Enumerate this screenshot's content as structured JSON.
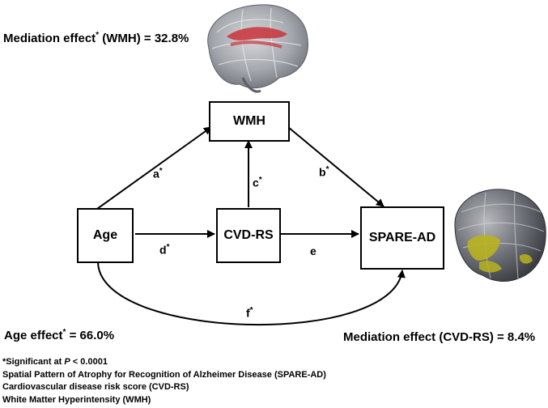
{
  "boxes": {
    "wmh": "WMH",
    "age": "Age",
    "cvd_rs": "CVD-RS",
    "spare_ad": "SPARE-AD"
  },
  "paths": {
    "a": "a",
    "b": "b",
    "c": "c",
    "d": "d",
    "e": "e",
    "f": "f",
    "significance_mark": "*"
  },
  "stats": {
    "mediation_wmh_prefix": "Mediation effect",
    "mediation_wmh_suffix": "(WMH) = 32.8%",
    "age_effect_prefix": "Age effect",
    "age_effect_suffix": "= 66.0%",
    "mediation_cvd": "Mediation effect (CVD-RS) = 8.4%"
  },
  "notes": {
    "significance_prefix": "*Significant at ",
    "significance_p": "P",
    "significance_suffix": " < 0.0001",
    "spare_ad": "Spatial Pattern of Atrophy for Recognition of Alzheimer Disease (SPARE-AD)",
    "cvd_rs": "Cardiovascular disease risk score (CVD-RS)",
    "wmh": "White Matter Hyperintensity (WMH)"
  },
  "colors": {
    "wmh_highlight": "#c8323a",
    "atrophy_highlight": "#b9b320",
    "brain_gray": "#8c8f96"
  }
}
